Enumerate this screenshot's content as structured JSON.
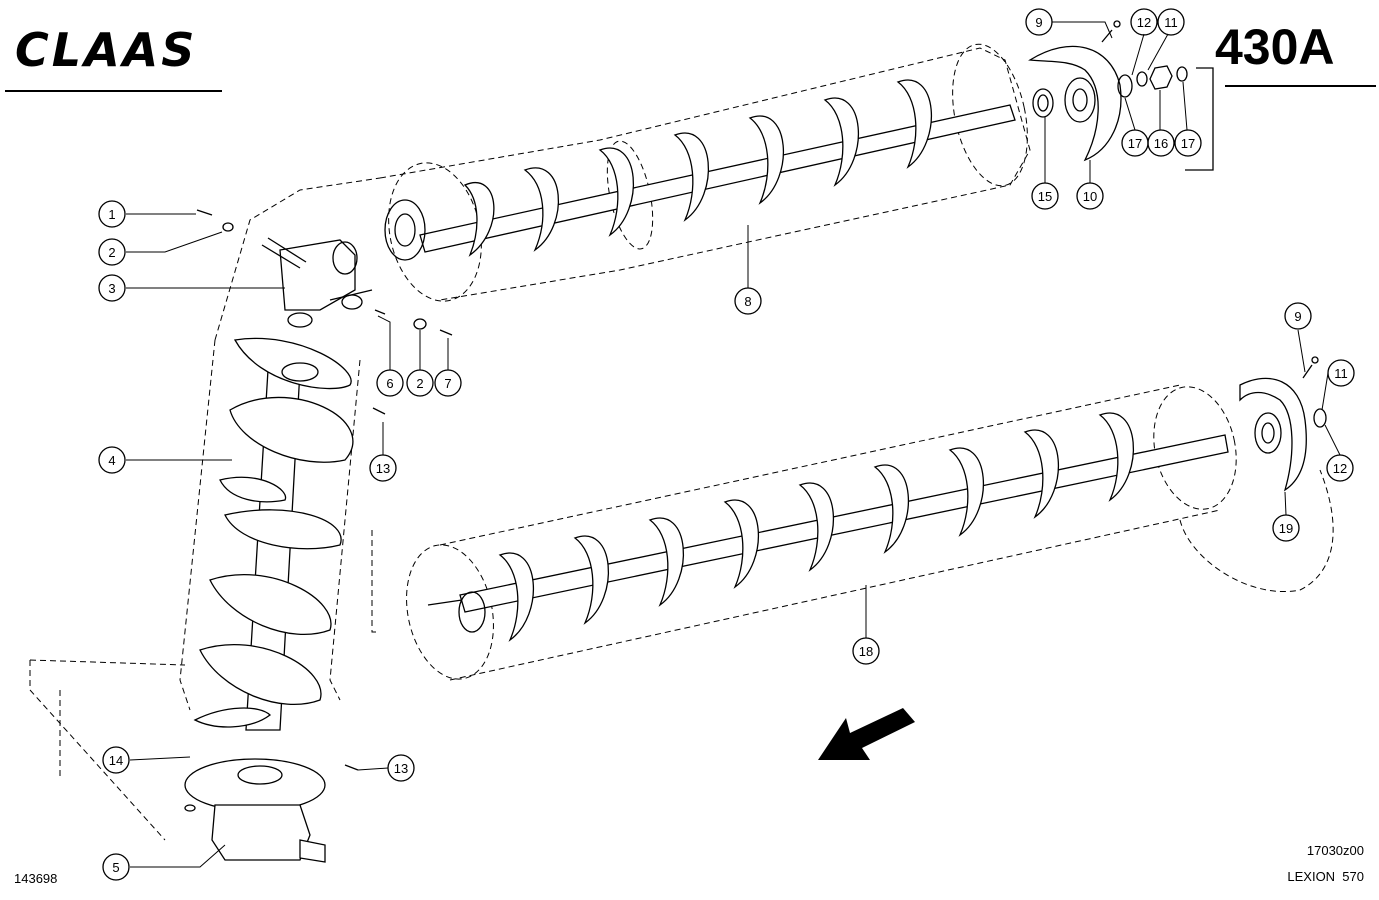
{
  "header": {
    "brand": "CLAAS",
    "page_code": "430A"
  },
  "footer": {
    "left_number": "143698",
    "drawing_ref": "17030z00",
    "model": "LEXION  570"
  },
  "callouts": [
    "1",
    "2",
    "3",
    "4",
    "5",
    "6",
    "2",
    "7",
    "8",
    "9",
    "12",
    "11",
    "17",
    "16",
    "17",
    "15",
    "10",
    "13",
    "13",
    "14",
    "9",
    "11",
    "12",
    "19",
    "18"
  ],
  "arrow_icon": "direction-arrow-icon"
}
